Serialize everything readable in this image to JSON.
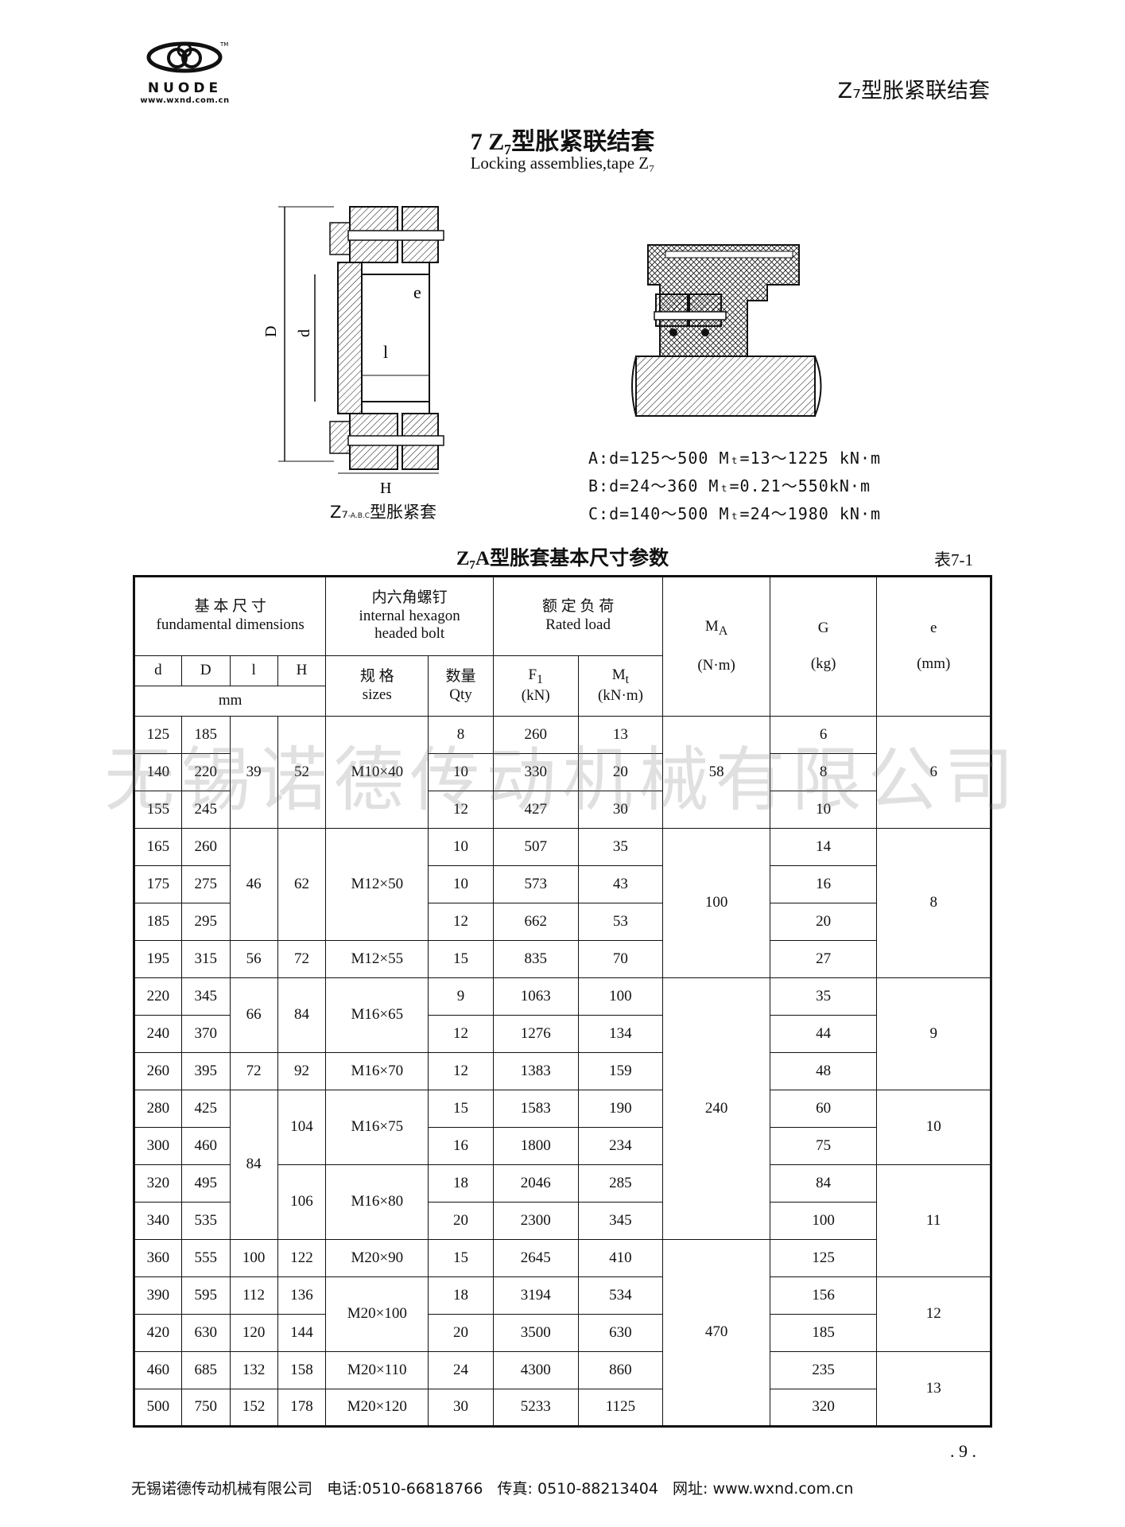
{
  "header": {
    "logo_text": "NUODE",
    "logo_tm": "TM",
    "logo_url": "www.wxnd.com.cn",
    "right_title": "Z₇型胀紧联结套"
  },
  "title": {
    "cn": "7  Z₇型胀紧联结套",
    "en": "Locking assemblies,tape Z₇"
  },
  "figure_left": {
    "label_D": "D",
    "label_d": "d",
    "label_e": "e",
    "label_l": "l",
    "label_H": "H",
    "caption_prefix": "Z₇",
    "caption_sub": "-A.B.C",
    "caption_cn": "型胀紧套"
  },
  "specs": [
    "A:d=125～500 Mₜ=13～1225 kN·m",
    "B:d=24～360 Mₜ=0.21～550kN·m",
    "C:d=140～500 Mₜ=24～1980 kN·m"
  ],
  "table": {
    "title": "Z₇A型胀套基本尺寸参数",
    "number": "表7-1",
    "headers": {
      "dims_cn": "基  本  尺  寸",
      "dims_en": "fundamental dimensions",
      "bolt_cn": "内六角螺钉",
      "bolt_en1": "internal hexagon",
      "bolt_en2": "headed bolt",
      "load_cn": "额 定 负 荷",
      "load_en": "Rated  load",
      "ma": "M",
      "ma_sub": "A",
      "ma_unit": "(N·m)",
      "g": "G",
      "g_unit": "(kg)",
      "e": "e",
      "e_unit": "(mm)",
      "d": "d",
      "D": "D",
      "l": "l",
      "H": "H",
      "mm": "mm",
      "size_cn": "规 格",
      "size_en": "sizes",
      "qty_cn": "数量",
      "qty_en": "Qty",
      "f1": "F",
      "f1_sub": "1",
      "f1_unit": "(kN)",
      "mt": "M",
      "mt_sub": "t",
      "mt_unit": "(kN·m)"
    },
    "rows": [
      {
        "d": "125",
        "D": "185",
        "Qty": "8",
        "F1": "260",
        "Mt": "13",
        "G": "6"
      },
      {
        "d": "140",
        "D": "220",
        "Qty": "10",
        "F1": "330",
        "Mt": "20",
        "G": "8"
      },
      {
        "d": "155",
        "D": "245",
        "Qty": "12",
        "F1": "427",
        "Mt": "30",
        "G": "10"
      },
      {
        "d": "165",
        "D": "260",
        "Qty": "10",
        "F1": "507",
        "Mt": "35",
        "G": "14"
      },
      {
        "d": "175",
        "D": "275",
        "Qty": "10",
        "F1": "573",
        "Mt": "43",
        "G": "16"
      },
      {
        "d": "185",
        "D": "295",
        "Qty": "12",
        "F1": "662",
        "Mt": "53",
        "G": "20"
      },
      {
        "d": "195",
        "D": "315",
        "Qty": "15",
        "F1": "835",
        "Mt": "70",
        "G": "27"
      },
      {
        "d": "220",
        "D": "345",
        "Qty": "9",
        "F1": "1063",
        "Mt": "100",
        "G": "35"
      },
      {
        "d": "240",
        "D": "370",
        "Qty": "12",
        "F1": "1276",
        "Mt": "134",
        "G": "44"
      },
      {
        "d": "260",
        "D": "395",
        "Qty": "12",
        "F1": "1383",
        "Mt": "159",
        "G": "48"
      },
      {
        "d": "280",
        "D": "425",
        "Qty": "15",
        "F1": "1583",
        "Mt": "190",
        "G": "60"
      },
      {
        "d": "300",
        "D": "460",
        "Qty": "16",
        "F1": "1800",
        "Mt": "234",
        "G": "75"
      },
      {
        "d": "320",
        "D": "495",
        "Qty": "18",
        "F1": "2046",
        "Mt": "285",
        "G": "84"
      },
      {
        "d": "340",
        "D": "535",
        "Qty": "20",
        "F1": "2300",
        "Mt": "345",
        "G": "100"
      },
      {
        "d": "360",
        "D": "555",
        "Qty": "15",
        "F1": "2645",
        "Mt": "410",
        "G": "125"
      },
      {
        "d": "390",
        "D": "595",
        "Qty": "18",
        "F1": "3194",
        "Mt": "534",
        "G": "156"
      },
      {
        "d": "420",
        "D": "630",
        "Qty": "20",
        "F1": "3500",
        "Mt": "630",
        "G": "185"
      },
      {
        "d": "460",
        "D": "685",
        "Qty": "24",
        "F1": "4300",
        "Mt": "860",
        "G": "235"
      },
      {
        "d": "500",
        "D": "750",
        "Qty": "30",
        "F1": "5233",
        "Mt": "1125",
        "G": "320"
      }
    ],
    "merged": {
      "l_39": "39",
      "H_52": "52",
      "bolt_m10x40": "M10×40",
      "ma_58": "58",
      "e_6": "6",
      "l_46": "46",
      "H_62": "62",
      "bolt_m12x50": "M12×50",
      "ma_100": "100",
      "e_8": "8",
      "l_56": "56",
      "H_72": "72",
      "bolt_m12x55": "M12×55",
      "l_66": "66",
      "H_84": "84",
      "bolt_m16x65": "M16×65",
      "ma_240": "240",
      "e_9": "9",
      "l_72": "72",
      "H_92": "92",
      "bolt_m16x70": "M16×70",
      "l_84": "84",
      "H_104": "104",
      "bolt_m16x75": "M16×75",
      "e_10": "10",
      "H_106": "106",
      "bolt_m16x80": "M16×80",
      "e_11": "11",
      "l_100": "100",
      "H_122": "122",
      "bolt_m20x90": "M20×90",
      "ma_470": "470",
      "l_112": "112",
      "H_136": "136",
      "bolt_m20x100": "M20×100",
      "e_12": "12",
      "l_120": "120",
      "H_144": "144",
      "l_132": "132",
      "H_158": "158",
      "bolt_m20x110": "M20×110",
      "e_13": "13",
      "l_152": "152",
      "H_178": "178",
      "bolt_m20x120": "M20×120"
    }
  },
  "watermark": "无锡诺德传动机械有限公司",
  "page_number": ". 9 .",
  "footer": "无锡诺德传动机械有限公司   电话:0510-66818766   传真: 0510-88213404   网址: www.wxnd.com.cn"
}
